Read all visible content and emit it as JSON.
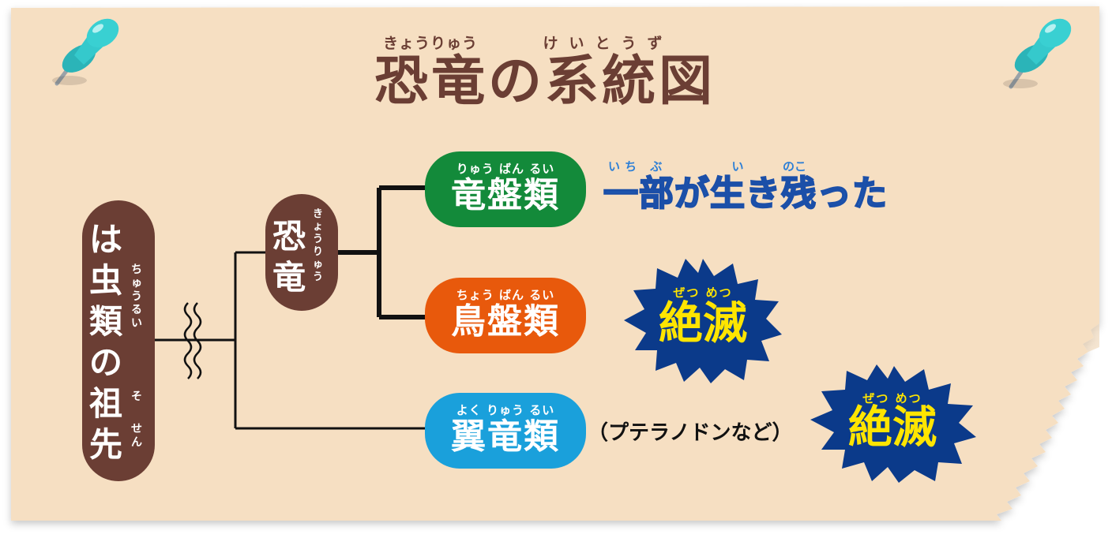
{
  "title": {
    "text": "恐竜の系統図",
    "ruby_left": "きょうりゅう",
    "ruby_right": "けいとうず"
  },
  "root": {
    "text": "は虫類の祖先",
    "chars": [
      "は",
      "虫",
      "類",
      "の",
      "祖",
      "先"
    ],
    "ruby_chuurui": "ちゅうるい",
    "ruby_so": "そ",
    "ruby_sen": "せん"
  },
  "dinosaur": {
    "chars": [
      "恐",
      "竜"
    ],
    "ruby": "きょうりゅう"
  },
  "saurischia": {
    "label": "竜盤類",
    "ruby": "りゅう ばん るい",
    "color": "#138a3a"
  },
  "ornithischia": {
    "label": "鳥盤類",
    "ruby": "ちょう ばん るい",
    "color": "#e8590c"
  },
  "pterosaur": {
    "label": "翼竜類",
    "ruby": "よく りゅう るい",
    "color": "#1aa0db",
    "note": "（プテラノドンなど）"
  },
  "survived": {
    "text": "一部が生き残った",
    "ruby_ichibu": "いち ぶ",
    "ruby_i": "い",
    "ruby_noko": "のこ"
  },
  "extinct_1": {
    "text": "絶滅",
    "ruby": "ぜつ めつ"
  },
  "extinct_2": {
    "text": "絶滅",
    "ruby": "ぜつ めつ"
  },
  "colors": {
    "paper": "#f6dfc2",
    "brown": "#6b3e34",
    "navy": "#0b3a8a",
    "yellow": "#ffe500",
    "blue_text": "#2d7fd6"
  }
}
